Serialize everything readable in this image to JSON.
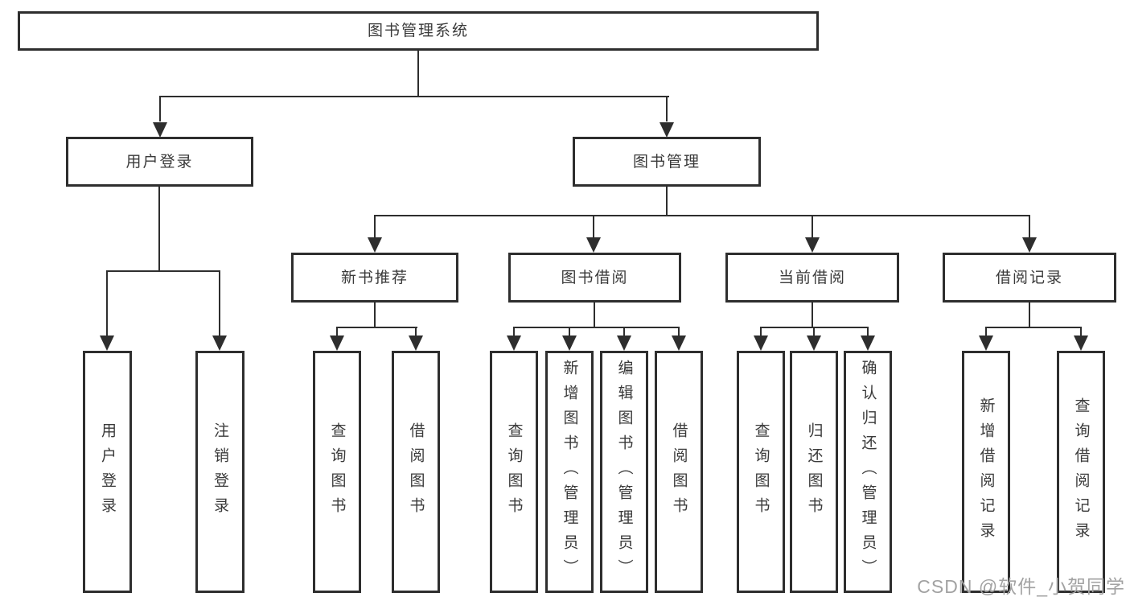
{
  "diagram_title": "图书管理系统",
  "tree": {
    "root": {
      "label": "图书管理系统"
    },
    "level2": [
      {
        "label": "用户登录"
      },
      {
        "label": "图书管理"
      }
    ],
    "level3": [
      {
        "label": "新书推荐"
      },
      {
        "label": "图书借阅"
      },
      {
        "label": "当前借阅"
      },
      {
        "label": "借阅记录"
      }
    ],
    "leaves": {
      "user_login": [
        {
          "label": "用户登录"
        },
        {
          "label": "注销登录"
        }
      ],
      "new_book": [
        {
          "label": "查询图书"
        },
        {
          "label": "借阅图书"
        }
      ],
      "book_borrow": [
        {
          "label": "查询图书"
        },
        {
          "label": "新增图书（管理员）"
        },
        {
          "label": "编辑图书（管理员）"
        },
        {
          "label": "借阅图书"
        }
      ],
      "current_borrow": [
        {
          "label": "查询图书"
        },
        {
          "label": "归还图书"
        },
        {
          "label": "确认归还（管理员）"
        }
      ],
      "borrow_record": [
        {
          "label": "新增借阅记录"
        },
        {
          "label": "查询借阅记录"
        }
      ]
    }
  },
  "watermark": {
    "text": "CSDN @软件_小贺同学",
    "color": "#a2a2a2"
  },
  "colors": {
    "background": "#ffffff",
    "box_border": "#2e2e2e",
    "connector_line": "#2e2e2e",
    "text": "#3a3a3a"
  }
}
